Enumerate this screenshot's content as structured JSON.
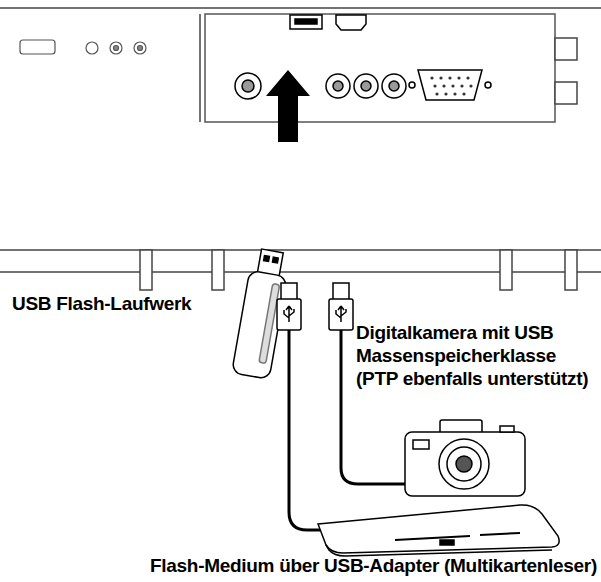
{
  "diagram": {
    "labels": [
      "USB Flash-Laufwerk",
      "Digitalkamera mit USB Massenspeicherklasse (PTP ebenfalls unterstützt)",
      "Flash-Medium über USB-Adapter (Multikartenleser)"
    ]
  }
}
